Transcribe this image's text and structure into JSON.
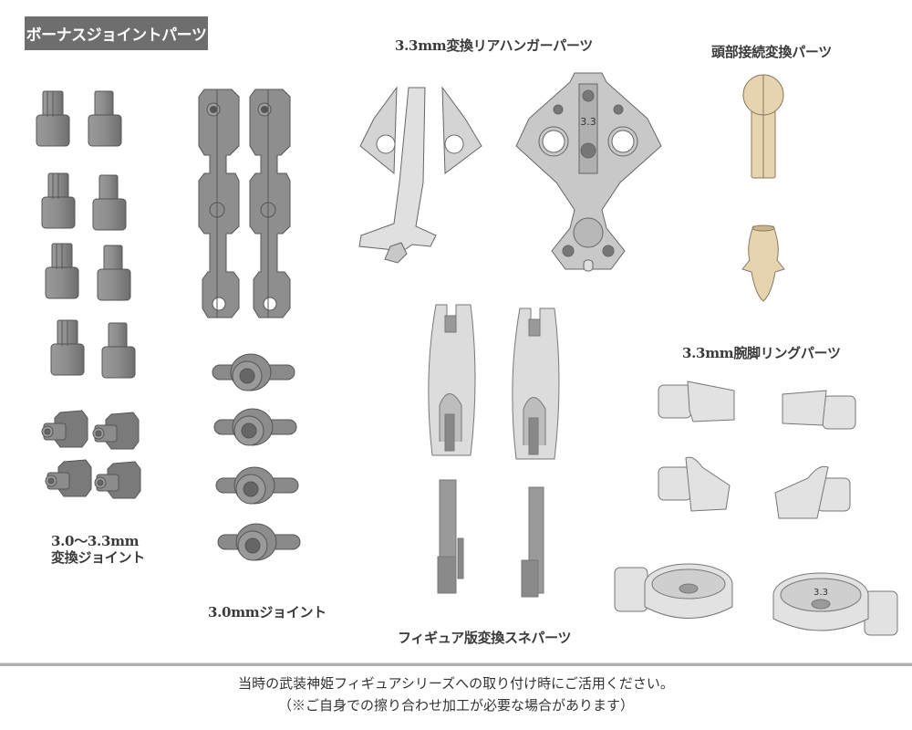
{
  "header": {
    "title": "ボーナスジョイントパーツ",
    "badge_color": "#6e6e6e"
  },
  "sections": {
    "conversion_joint": {
      "label_line1": "3.0～3.3mm",
      "label_line2": "変換ジョイント",
      "parts_count": 12,
      "color": "#8a8a8a"
    },
    "joint_3mm": {
      "label": "3.0mmジョイント",
      "arm_count": 2,
      "joint_count": 4,
      "color": "#8a8a8a"
    },
    "rear_hanger": {
      "label": "3.3mm変換リアハンガーパーツ",
      "engraving": "3.3",
      "color": "#d4d4d4"
    },
    "head_connector": {
      "label": "頭部接続変換パーツ",
      "color": "#e6d3b0"
    },
    "shin_parts": {
      "label": "フィギュア版変換スネパーツ",
      "color": "#d8d8d8",
      "insert_color": "#9a9a9a"
    },
    "arm_leg_ring": {
      "label": "3.3mm腕脚リングパーツ",
      "engraving": "3.3",
      "color": "#e0e0e0"
    }
  },
  "footer": {
    "line1": "当時の武装神姫フィギュアシリーズへの取り付け時にご活用ください。",
    "line2": "（※ご自身での擦り合わせ加工が必要な場合があります）"
  }
}
